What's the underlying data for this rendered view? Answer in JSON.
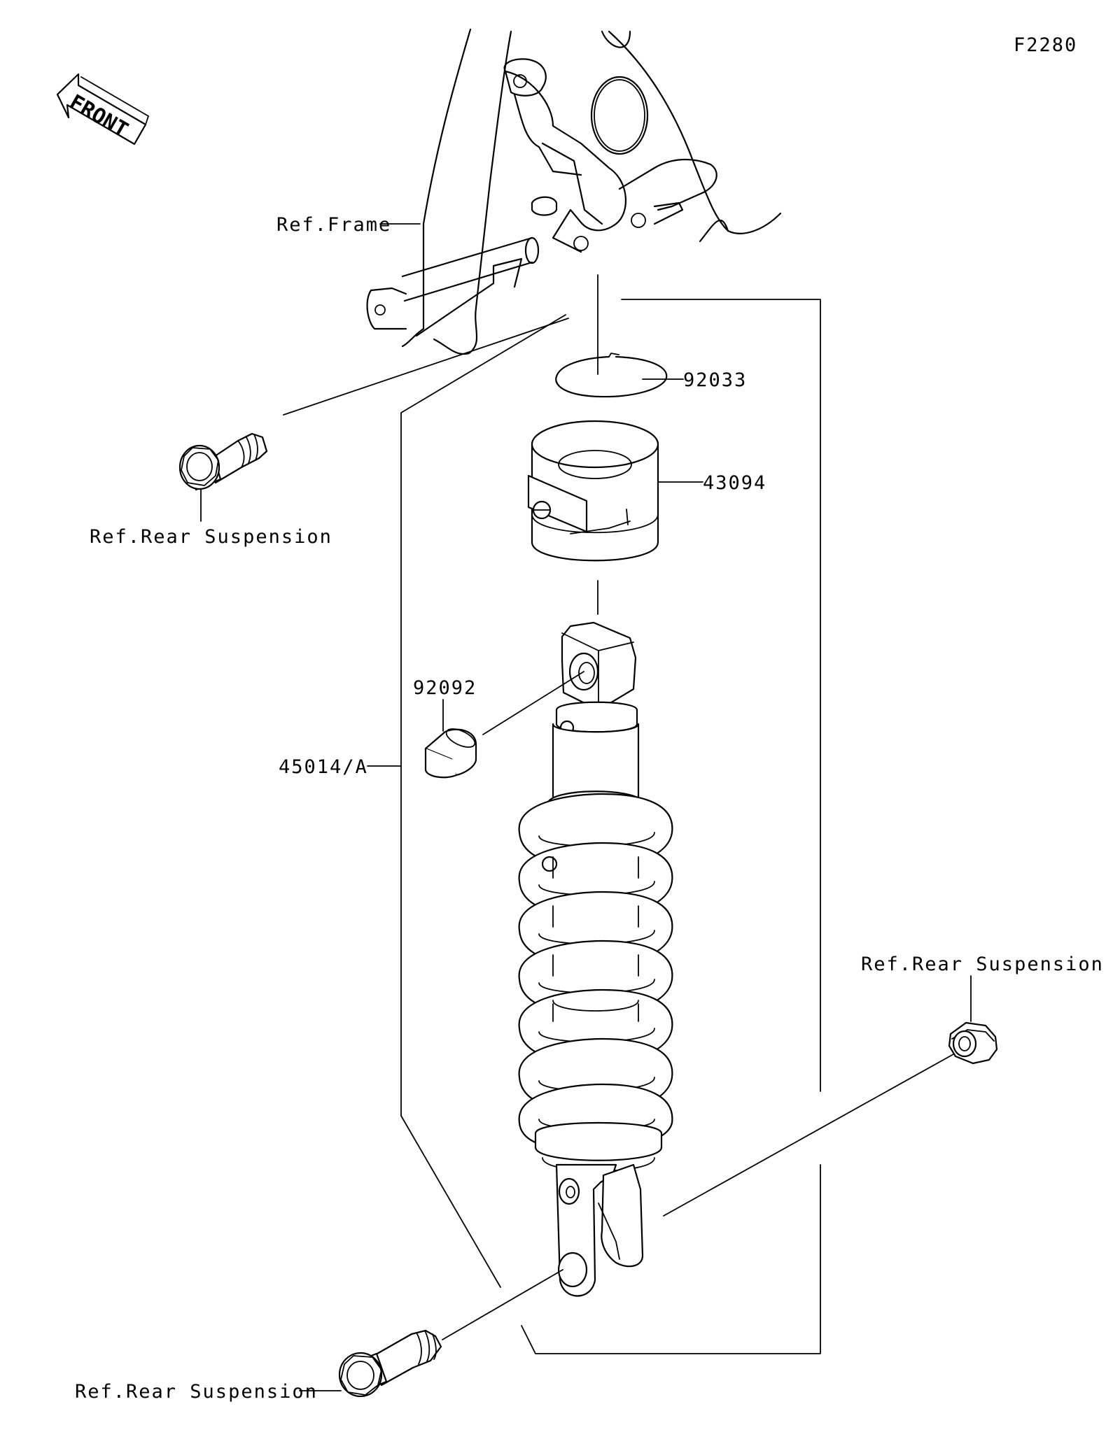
{
  "diagram_code": "F2280",
  "direction_label": "FRONT",
  "labels": {
    "ref_frame": "Ref.Frame",
    "part_92033": "92033",
    "part_43094": "43094",
    "ref_rear_suspension_upper_bolt": "Ref.Rear Suspension",
    "part_92092": "92092",
    "part_45014a": "45014/A",
    "ref_rear_suspension_nut": "Ref.Rear Suspension",
    "ref_rear_suspension_lower_bolt": "Ref.Rear Suspension"
  }
}
